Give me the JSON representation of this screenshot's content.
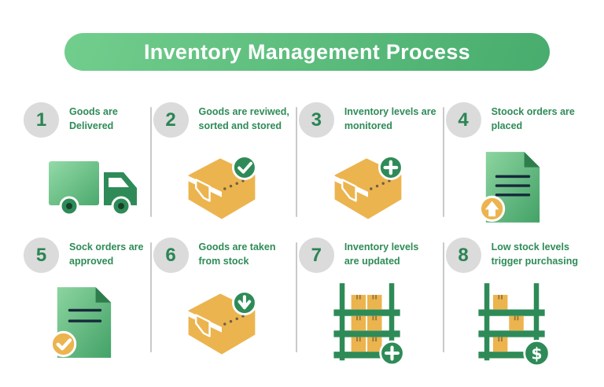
{
  "header": {
    "title": "Inventory Management Process"
  },
  "theme": {
    "header-grad-left": "#72CE8D",
    "header-grad-right": "#47AC6D",
    "label-green": "#2E8B57",
    "number-green": "#2B8454",
    "circle-gray": "#DBDBDB",
    "divider-gray": "#C9C9C9",
    "box-yellow": "#ECB44F",
    "badge-green": "#2E8B57",
    "doc-fold": "#2E7D4C",
    "line-dark": "#16293B",
    "truck-grad-light": "#93DAA8",
    "truck-grad-dark": "#4BA96C",
    "doc-grad-light": "#8CD4A0",
    "doc-grad-dark": "#43A267",
    "wheel-hub": "#17402A"
  },
  "steps": [
    {
      "number": "1",
      "label": "Goods are\nDelivered",
      "icon": "truck-icon"
    },
    {
      "number": "2",
      "label": "Goods are reviwed,\nsorted and stored",
      "icon": "box-check-icon"
    },
    {
      "number": "3",
      "label": "Inventory levels are\nmonitored",
      "icon": "box-plus-icon"
    },
    {
      "number": "4",
      "label": "Stoock orders are\nplaced",
      "icon": "doc-up-icon"
    },
    {
      "number": "5",
      "label": "Sock orders are\napproved",
      "icon": "doc-check-icon"
    },
    {
      "number": "6",
      "label": "Goods are taken\nfrom stock",
      "icon": "box-down-icon"
    },
    {
      "number": "7",
      "label": "Inventory levels\nare updated",
      "icon": "rack-plus-icon"
    },
    {
      "number": "8",
      "label": "Low stock levels\ntrigger purchasing",
      "icon": "rack-dollar-icon"
    }
  ]
}
